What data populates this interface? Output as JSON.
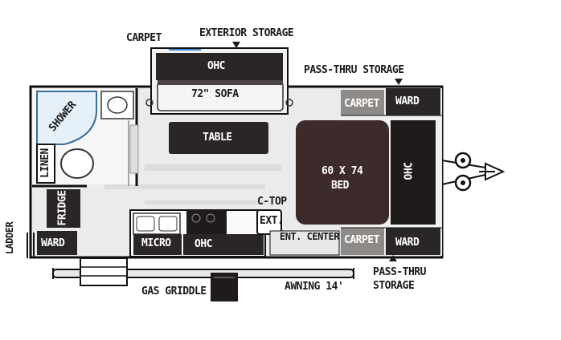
{
  "labels": {
    "carpet_top": "CARPET",
    "exterior_storage": "EXTERIOR STORAGE",
    "pass_thru_top": "PASS-THRU STORAGE",
    "ohc_top": "OHC",
    "sofa": "72\" SOFA",
    "carpet_right_top": "CARPET",
    "ward_right_top": "WARD",
    "shower": "SHOWER",
    "table": "TABLE",
    "linen": "LINEN",
    "bed": "60 X 74\nBED",
    "bed_line1": "60 X 74",
    "bed_line2": "BED",
    "ohc_right": "OHC",
    "fridge": "FRIDGE",
    "ctop": "C-TOP",
    "ext": "EXT.",
    "ladder": "LADDER",
    "ward_left": "WARD",
    "micro": "MICRO",
    "ohc_bottom": "OHC",
    "ent_center": "ENT. CENTER",
    "carpet_right_bottom": "CARPET",
    "ward_right_bottom": "WARD",
    "pass_thru_bottom_1": "PASS-THRU",
    "pass_thru_bottom_2": "STORAGE",
    "gas_griddle": "GAS GRIDDLE",
    "awning": "AWNING 14'"
  },
  "colors": {
    "dark_cabinet": "#2b2626",
    "bed_color": "#3d2a2a",
    "carpet_color": "#8e8a87",
    "floor_color": "#e9e9e9",
    "wall_color": "#111111",
    "accent_blue": "#3a8bd6"
  }
}
